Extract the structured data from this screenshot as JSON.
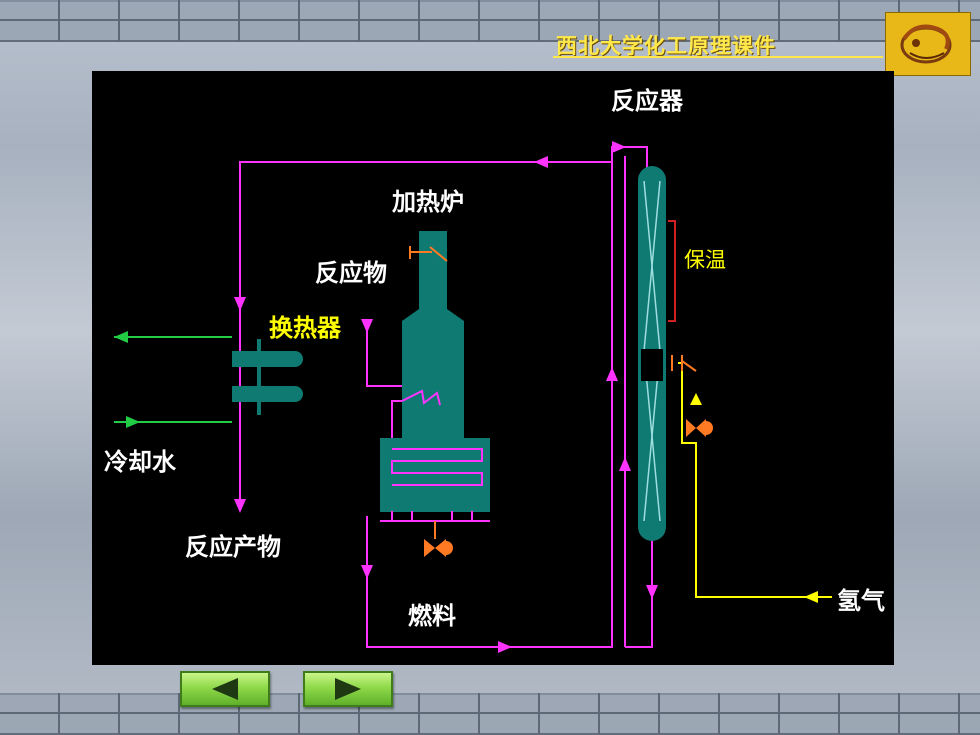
{
  "header": {
    "course_title": "西北大学化工原理课件"
  },
  "diagram": {
    "labels": {
      "reactor": "反应器",
      "furnace": "加热炉",
      "insulation": "保温",
      "reactant": "反应物",
      "heat_exchanger": "换热器",
      "cooling_water": "冷却水",
      "reaction_product": "反应产物",
      "fuel": "燃料",
      "hydrogen": "氢气"
    }
  },
  "colors": {
    "process_line": "#ff33ff",
    "cooling_line": "#22cc44",
    "hydrogen_line": "#ffff00",
    "equipment": "#0e7a72",
    "valve": "#ff7a22",
    "label": "#ffffff",
    "accent_label": "#ffff00",
    "insulation_bracket": "#d02020"
  },
  "navigation": {
    "prev_icon": "arrow-left-icon",
    "next_icon": "arrow-right-icon"
  }
}
